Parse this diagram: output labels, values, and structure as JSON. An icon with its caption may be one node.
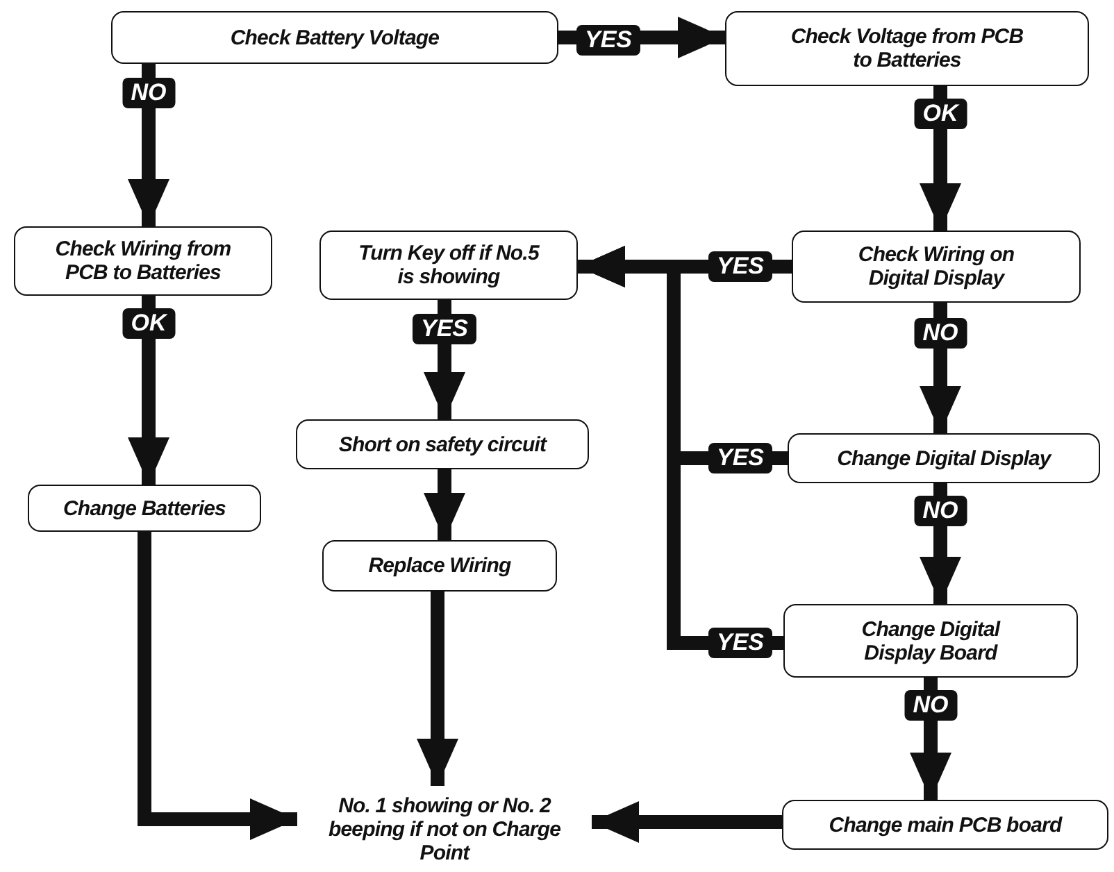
{
  "diagram": {
    "nodes": [
      {
        "text": [
          "Check Battery Voltage"
        ]
      },
      {
        "text": [
          "Check Voltage from PCB to Batteries"
        ]
      },
      {
        "text": [
          "Check Wiring from PCB to Batteries"
        ]
      },
      {
        "text": [
          "Change Batteries"
        ]
      },
      {
        "text": [
          "Turn Key off if No.5 is showing"
        ]
      },
      {
        "text": [
          "Short on safety circuit"
        ]
      },
      {
        "text": [
          "Replace Wiring"
        ]
      },
      {
        "text": [
          "Check Wiring on Digital Display"
        ]
      },
      {
        "text": [
          "Change Digital Display"
        ]
      },
      {
        "text": [
          "Change Digital Display Board"
        ]
      },
      {
        "text": [
          "Change main PCB board"
        ]
      },
      {
        "text": [
          "No. 1 showing or No. 2 beeping if not on Charge Point"
        ]
      }
    ],
    "edges": [
      {
        "from": 0,
        "to": 1,
        "arrow": "to",
        "label": "YES"
      },
      {
        "from": 0,
        "to": 2,
        "arrow": "to",
        "label": "NO"
      },
      {
        "from": 1,
        "to": 7,
        "arrow": "to",
        "label": "OK"
      },
      {
        "from": 2,
        "to": 3,
        "arrow": "to",
        "label": "OK"
      },
      {
        "from": 7,
        "to": 4,
        "arrow": "to",
        "label": "YES"
      },
      {
        "from": 8,
        "to": 4,
        "arrow": "to",
        "label": "YES"
      },
      {
        "from": 9,
        "to": 4,
        "arrow": "to",
        "label": "YES"
      },
      {
        "from": 4,
        "to": 5,
        "arrow": "to",
        "label": "YES"
      },
      {
        "from": 5,
        "to": 6,
        "arrow": "to"
      },
      {
        "from": 7,
        "to": 8,
        "arrow": "to",
        "label": "NO"
      },
      {
        "from": 8,
        "to": 9,
        "arrow": "to",
        "label": "NO"
      },
      {
        "from": 9,
        "to": 10,
        "arrow": "to",
        "label": "NO"
      },
      {
        "from": 3,
        "to": 11,
        "arrow": "to"
      },
      {
        "from": 6,
        "to": 11,
        "arrow": "to"
      },
      {
        "from": 10,
        "to": 11,
        "arrow": "to"
      }
    ]
  }
}
